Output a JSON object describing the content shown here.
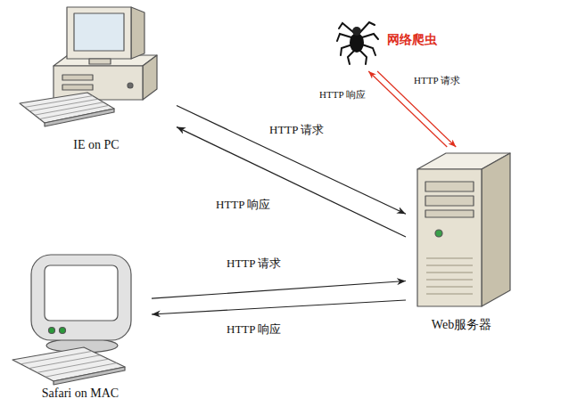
{
  "diagram": {
    "nodes": [
      {
        "text": [
          "IE on PC"
        ]
      },
      {
        "text": [
          "网络爬虫"
        ]
      },
      {
        "text": [
          "Web服务器"
        ]
      },
      {
        "text": [
          "Safari on MAC"
        ]
      }
    ],
    "edges": [
      {
        "from": 0,
        "to": 2,
        "label": "HTTP 请求",
        "arrow": "to"
      },
      {
        "from": 2,
        "to": 0,
        "label": "HTTP 响应",
        "arrow": "to"
      },
      {
        "from": 1,
        "to": 2,
        "label": "HTTP 请求",
        "arrow": "to"
      },
      {
        "from": 2,
        "to": 1,
        "label": "HTTP 响应",
        "arrow": "to"
      },
      {
        "from": 3,
        "to": 2,
        "label": "HTTP 请求",
        "arrow": "to"
      },
      {
        "from": 2,
        "to": 3,
        "label": "HTTP 响应",
        "arrow": "to"
      }
    ]
  }
}
